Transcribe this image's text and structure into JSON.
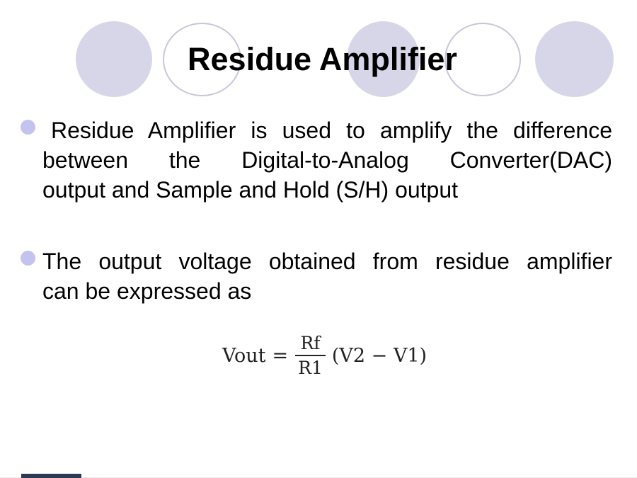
{
  "colors": {
    "circle_fill": "#d7d6e8",
    "circle_outline_border": "#c7c6da",
    "bullet_dot": "#c4c3ee",
    "title_text": "#000000",
    "body_text": "#000000",
    "formula_text": "#222222",
    "footer_bar": "#2c3a54"
  },
  "slide": {
    "title": "Residue Amplifier",
    "bullets": [
      {
        "lines": [
          "Residue Amplifier is used to amplify the difference",
          "between the Digital-to-Analog Converter(DAC)",
          "output and Sample and Hold (S/H) output"
        ]
      },
      {
        "lines": [
          "The output voltage obtained from residue amplifier",
          "can be expressed as"
        ]
      }
    ],
    "formula": {
      "lhs": "Vout",
      "equals": "=",
      "numerator": "Rf",
      "denominator": "R1",
      "rhs": "(V2 − V1)"
    }
  }
}
